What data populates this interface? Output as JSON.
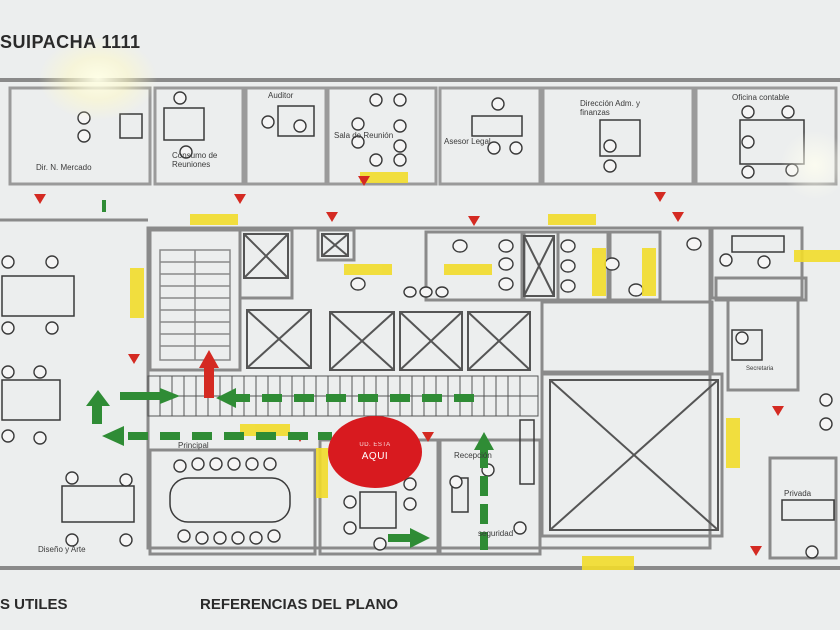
{
  "header": {
    "title": "SUIPACHA 1111"
  },
  "rooms": {
    "dir_mercado": "Dir. N. Mercado",
    "consumo": "Consumo de Reuniones",
    "auditor": "Auditor",
    "sala_reunion": "Sala de Reunión",
    "asesor": "Asesor Legal",
    "direccion": "Dirección Adm. y finanzas",
    "oficina_contable": "Oficina contable",
    "principal": "Principal",
    "recepcion": "Recepción",
    "seguridad": "seguridad",
    "diseno": "Diseño y Arte",
    "privada": "Privada",
    "secretaria": "Secretaria"
  },
  "you_are_here": {
    "line1": "UD. ESTA",
    "line2": "AQUI"
  },
  "footer": {
    "left": "S UTILES",
    "right": "REFERENCIAS DEL PLANO"
  },
  "colors": {
    "wall": "#8a8a8a",
    "fixture": "#3a3a3a",
    "yellow_marker": "#f2dc2a",
    "green_arrow": "#2f8c35",
    "red_marker": "#d42a22",
    "you_are_here": "#d81a1f"
  },
  "icons": [
    "exit-arrow-icon",
    "fire-extinguisher-marker-icon",
    "elevator-icon",
    "stairs-icon",
    "toilet-icon"
  ]
}
